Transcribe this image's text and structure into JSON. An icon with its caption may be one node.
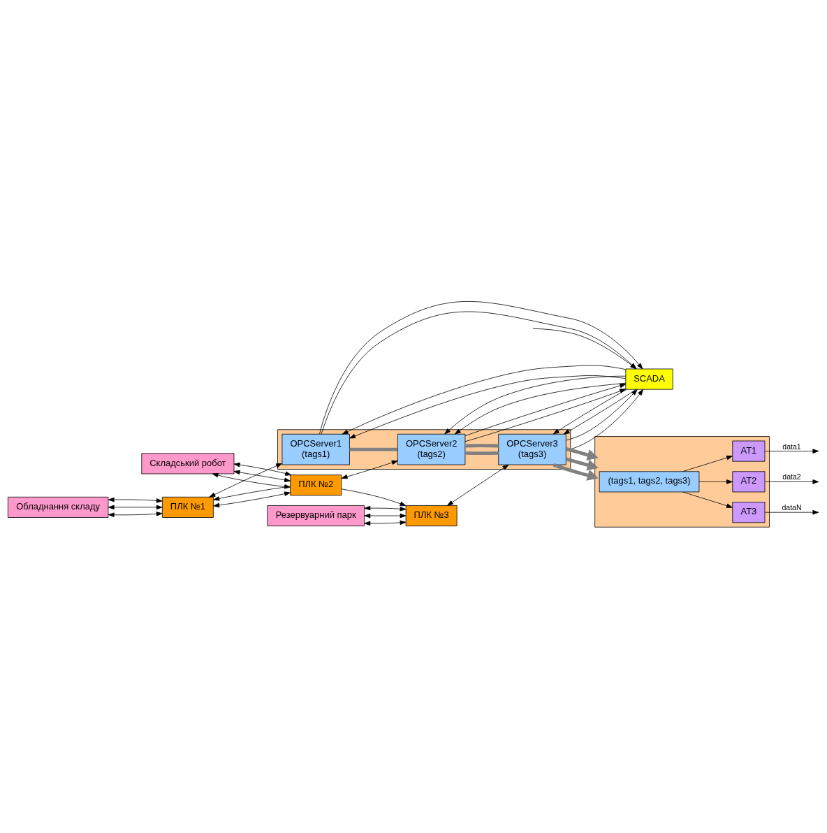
{
  "diagram": {
    "nodes": [
      {
        "text": [
          "Обладнання складу"
        ]
      },
      {
        "text": [
          "ПЛК №1"
        ]
      },
      {
        "text": [
          "Складський робот"
        ]
      },
      {
        "text": [
          "ПЛК №2"
        ]
      },
      {
        "text": [
          "Резервуарний парк"
        ]
      },
      {
        "text": [
          "ПЛК №3"
        ]
      },
      {
        "text": [],
        "shape": "box"
      },
      {
        "text": [
          "OPCServer1",
          "(tags1)"
        ],
        "in": 6
      },
      {
        "text": [
          "OPCServer2",
          "(tags2)"
        ],
        "in": 6
      },
      {
        "text": [
          "OPCServer3",
          "(tags3)"
        ],
        "in": 6
      },
      {
        "text": [
          "SCADA"
        ]
      },
      {
        "text": [],
        "shape": "box"
      },
      {
        "text": [
          "(tags1, tags2, tags3)"
        ],
        "in": 11
      },
      {
        "text": [
          "AT1"
        ],
        "in": 11
      },
      {
        "text": [
          "AT2"
        ],
        "in": 11
      },
      {
        "text": [
          "AT3"
        ],
        "in": 11
      }
    ],
    "edges": [
      {
        "from": 0,
        "to": 1,
        "arrow": "both"
      },
      {
        "from": 0,
        "to": 1,
        "arrow": "both"
      },
      {
        "from": 0,
        "to": 1,
        "arrow": "both"
      },
      {
        "from": 1,
        "to": 7,
        "arrow": "both"
      },
      {
        "from": 1,
        "to": 3,
        "arrow": "both"
      },
      {
        "from": 3,
        "to": 1,
        "arrow": "to"
      },
      {
        "from": 2,
        "to": 3,
        "arrow": "both"
      },
      {
        "from": 2,
        "to": 3,
        "arrow": "both"
      },
      {
        "from": 2,
        "to": 3,
        "arrow": "both"
      },
      {
        "from": 3,
        "to": 8,
        "arrow": "both"
      },
      {
        "from": 3,
        "to": 5,
        "arrow": "to"
      },
      {
        "from": 4,
        "to": 5,
        "arrow": "both"
      },
      {
        "from": 4,
        "to": 5,
        "arrow": "both"
      },
      {
        "from": 4,
        "to": 5,
        "arrow": "both"
      },
      {
        "from": 5,
        "to": 9,
        "arrow": "both"
      },
      {
        "from": 7,
        "to": 10,
        "arrow": "to"
      },
      {
        "from": 7,
        "to": 10,
        "arrow": "to"
      },
      {
        "from": 10,
        "to": 7,
        "arrow": "to"
      },
      {
        "from": 10,
        "to": 7,
        "arrow": "to"
      },
      {
        "from": 8,
        "to": 10,
        "arrow": "to"
      },
      {
        "from": 8,
        "to": 10,
        "arrow": "to"
      },
      {
        "from": 10,
        "to": 8,
        "arrow": "to"
      },
      {
        "from": 10,
        "to": 8,
        "arrow": "to"
      },
      {
        "from": 9,
        "to": 10,
        "arrow": "to"
      },
      {
        "from": 9,
        "to": 10,
        "arrow": "to"
      },
      {
        "from": 10,
        "to": 9,
        "arrow": "to"
      },
      {
        "from": 10,
        "to": 9,
        "arrow": "to"
      },
      {
        "from": 7,
        "to": 8,
        "arrow": "none",
        "style": "thick",
        "color": "#808080"
      },
      {
        "from": 8,
        "to": 9,
        "arrow": "none",
        "style": "thick",
        "color": "#808080"
      },
      {
        "from": 8,
        "to": 9,
        "arrow": "none",
        "style": "thick",
        "color": "#808080"
      },
      {
        "from": 9,
        "to": 11,
        "arrow": "to",
        "style": "thick",
        "color": "#808080"
      },
      {
        "from": 9,
        "to": 11,
        "arrow": "to",
        "style": "thick",
        "color": "#808080"
      },
      {
        "from": 9,
        "to": 11,
        "arrow": "to",
        "style": "thick",
        "color": "#808080"
      },
      {
        "from": 12,
        "to": 13,
        "arrow": "to"
      },
      {
        "from": 12,
        "to": 14,
        "arrow": "to"
      },
      {
        "from": 12,
        "to": 15,
        "arrow": "to"
      },
      {
        "from": 13,
        "to": null,
        "arrow": "to",
        "label": "data1"
      },
      {
        "from": 14,
        "to": null,
        "arrow": "to",
        "label": "data2"
      },
      {
        "from": 15,
        "to": null,
        "arrow": "to",
        "label": "dataN"
      },
      {
        "from": null,
        "to": 10,
        "arrow": "to"
      }
    ]
  }
}
